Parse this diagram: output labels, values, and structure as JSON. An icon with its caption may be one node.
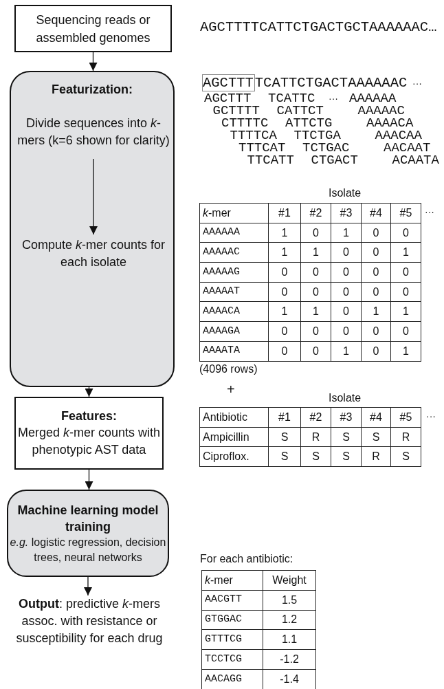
{
  "diagram": {
    "nodes": [
      {
        "text": [
          "Sequencing reads or assembled genomes"
        ]
      },
      {
        "text": [
          "Featurization:"
        ]
      },
      {
        "text": [
          "Divide sequences into *k*-mers (k=6 shown for clarity)"
        ],
        "in": 1
      },
      {
        "text": [
          "Compute *k*-mer counts for each isolate"
        ],
        "in": 1
      },
      {
        "text": [
          "Features:",
          "Merged *k*-mer counts with phenotypic AST data"
        ]
      },
      {
        "text": [
          "Machine learning model training",
          "*e.g.* logistic regression, decision trees, neural networks"
        ]
      },
      {
        "text": [
          "**Output**: predictive *k*-mers assoc. with resistance or susceptibility for each drug"
        ]
      }
    ],
    "edges": [
      {
        "from": 0,
        "to": 1,
        "arrow": "to"
      },
      {
        "from": 2,
        "to": 3,
        "arrow": "to"
      },
      {
        "from": 1,
        "to": 4,
        "arrow": "to"
      },
      {
        "from": 4,
        "to": 5,
        "arrow": "to"
      },
      {
        "from": 5,
        "to": 6,
        "arrow": "to"
      }
    ],
    "labels": [
      "AGCTTTTCATTCTGACTGCTAAAAAAC…",
      "AGCTTTTCATTCTGACTAAAAAAC",
      "···",
      "AGCTTT",
      "TCATTC",
      "···",
      "AAAAAA",
      "GCTTTT",
      "CATTCT",
      "AAAAAC",
      "CTTTTC",
      "ATTCTG",
      "AAAACA",
      "TTTTCA",
      "TTCTGA",
      "AAACAA",
      "TTTCAT",
      "TCTGAC",
      "AACAAT",
      "TTCATT",
      "CTGACT",
      "ACAATA",
      "Isolate",
      "*k*-mer",
      "#1",
      "#2",
      "#3",
      "#4",
      "#5",
      "···",
      "AAAAAA",
      "1",
      "0",
      "1",
      "0",
      "0",
      "AAAAAC",
      "1",
      "1",
      "0",
      "0",
      "1",
      "AAAAAG",
      "0",
      "0",
      "0",
      "0",
      "0",
      "AAAAAT",
      "0",
      "0",
      "0",
      "0",
      "0",
      "AAAACA",
      "1",
      "1",
      "0",
      "1",
      "1",
      "AAAAGA",
      "0",
      "0",
      "0",
      "0",
      "0",
      "AAAATA",
      "0",
      "0",
      "1",
      "0",
      "1",
      "(4096 rows)",
      "+",
      "Isolate",
      "Antibiotic",
      "#1",
      "#2",
      "#3",
      "#4",
      "#5",
      "···",
      "Ampicillin",
      "S",
      "R",
      "S",
      "S",
      "R",
      "Ciproflox.",
      "S",
      "S",
      "S",
      "R",
      "S",
      "For each antibiotic:",
      "*k*-mer",
      "Weight",
      "AACGTT",
      "1.5",
      "GTGGAC",
      "1.2",
      "GTTTCG",
      "1.1",
      "TCCTCG",
      "-1.2",
      "AACAGG",
      "-1.4"
    ]
  }
}
